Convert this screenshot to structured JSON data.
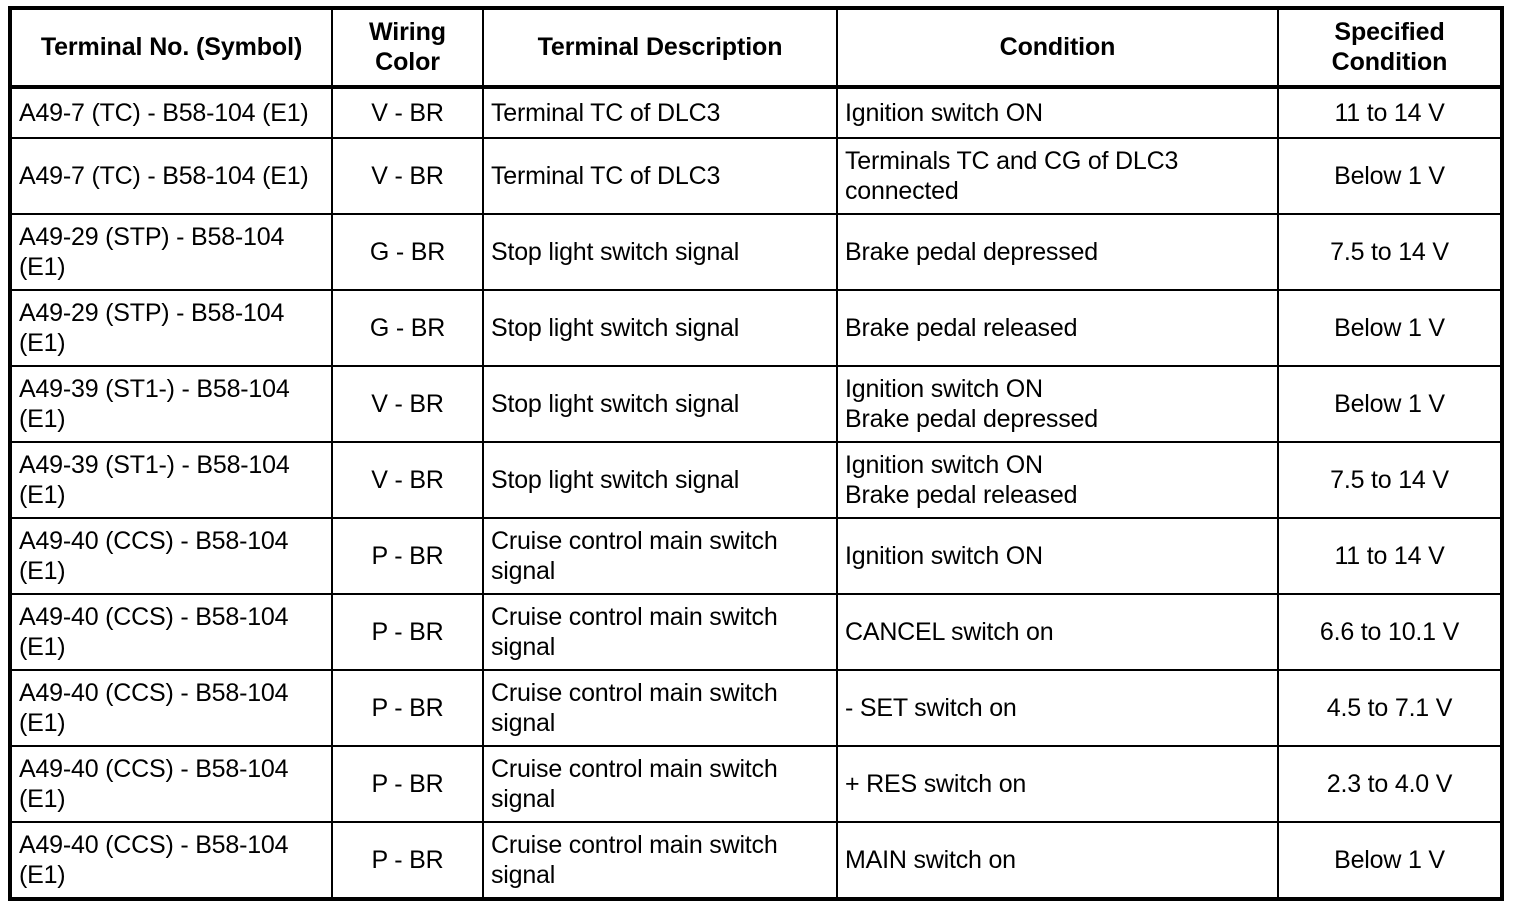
{
  "table": {
    "columns": [
      {
        "key": "terminal",
        "label": "Terminal No. (Symbol)"
      },
      {
        "key": "wiring",
        "label": "Wiring\nColor"
      },
      {
        "key": "descr",
        "label": "Terminal Description"
      },
      {
        "key": "cond",
        "label": "Condition"
      },
      {
        "key": "spec_cond",
        "label": "Specified\nCondition"
      }
    ],
    "rows": [
      {
        "terminal": "A49-7 (TC) - B58-104 (E1)",
        "wiring": "V - BR",
        "descr": "Terminal TC of DLC3",
        "cond": "Ignition switch ON",
        "spec_cond": "11 to 14 V"
      },
      {
        "terminal": "A49-7 (TC) - B58-104 (E1)",
        "wiring": "V - BR",
        "descr": "Terminal TC of DLC3",
        "cond": "Terminals TC and CG of DLC3\nconnected",
        "spec_cond": "Below 1 V"
      },
      {
        "terminal": "A49-29 (STP) - B58-104\n(E1)",
        "wiring": "G - BR",
        "descr": "Stop light switch signal",
        "cond": "Brake pedal depressed",
        "spec_cond": "7.5 to 14 V"
      },
      {
        "terminal": "A49-29 (STP) - B58-104\n(E1)",
        "wiring": "G - BR",
        "descr": "Stop light switch signal",
        "cond": "Brake pedal released",
        "spec_cond": "Below 1 V"
      },
      {
        "terminal": "A49-39 (ST1-) - B58-104\n(E1)",
        "wiring": "V - BR",
        "descr": "Stop light switch signal",
        "cond": "Ignition switch ON\nBrake pedal depressed",
        "spec_cond": "Below 1 V"
      },
      {
        "terminal": "A49-39 (ST1-) - B58-104\n(E1)",
        "wiring": "V - BR",
        "descr": "Stop light switch signal",
        "cond": "Ignition switch ON\nBrake pedal released",
        "spec_cond": "7.5 to 14 V"
      },
      {
        "terminal": "A49-40 (CCS) - B58-104\n(E1)",
        "wiring": "P - BR",
        "descr": "Cruise control main switch\nsignal",
        "cond": "Ignition switch ON",
        "spec_cond": "11 to 14 V"
      },
      {
        "terminal": "A49-40 (CCS) - B58-104\n(E1)",
        "wiring": "P - BR",
        "descr": "Cruise control main switch\nsignal",
        "cond": "CANCEL switch on",
        "spec_cond": "6.6 to 10.1 V"
      },
      {
        "terminal": "A49-40 (CCS) - B58-104\n(E1)",
        "wiring": "P - BR",
        "descr": "Cruise control main switch\nsignal",
        "cond": "- SET switch on",
        "spec_cond": "4.5 to 7.1 V"
      },
      {
        "terminal": "A49-40 (CCS) - B58-104\n(E1)",
        "wiring": "P - BR",
        "descr": "Cruise control main switch\nsignal",
        "cond": "+ RES switch on",
        "spec_cond": "2.3 to 4.0 V"
      },
      {
        "terminal": "A49-40 (CCS) - B58-104\n(E1)",
        "wiring": "P - BR",
        "descr": "Cruise control main switch\nsignal",
        "cond": "MAIN switch on",
        "spec_cond": "Below 1 V"
      }
    ]
  },
  "colors": {
    "border": "#000000",
    "background": "#ffffff",
    "text": "#000000"
  }
}
